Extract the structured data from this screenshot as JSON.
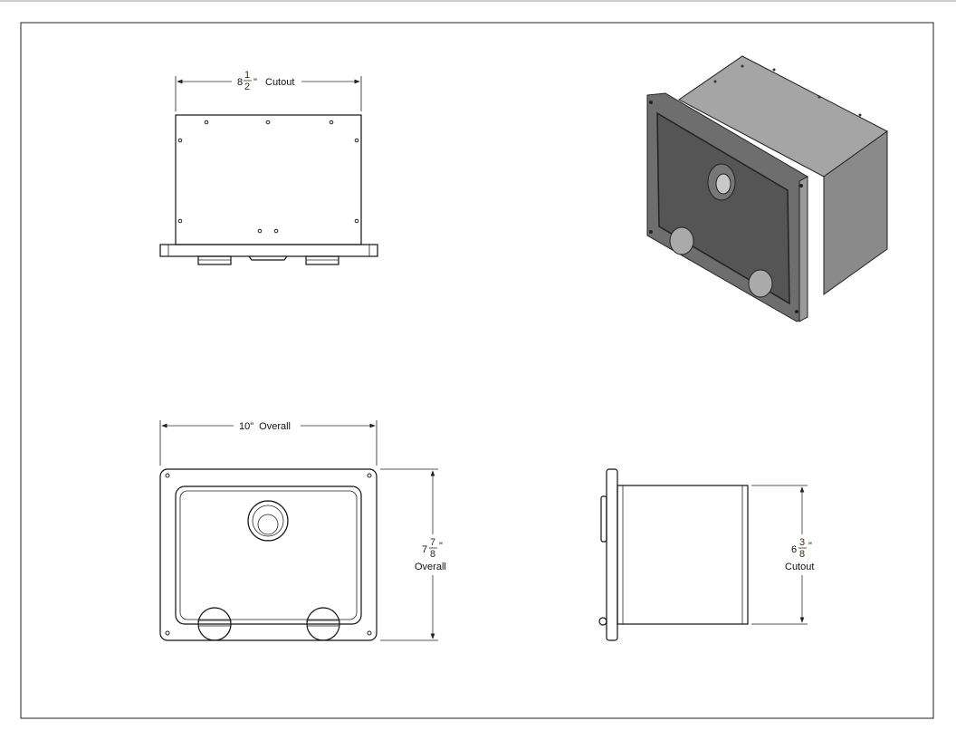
{
  "dimensions": {
    "cutout_width": {
      "whole": "8",
      "num": "1",
      "den": "2",
      "unit": "\"",
      "label": "Cutout"
    },
    "overall_width": {
      "whole": "10",
      "unit": "\"",
      "label": "Overall"
    },
    "overall_height": {
      "whole": "7",
      "num": "7",
      "den": "8",
      "unit": "\"",
      "label": "Overall"
    },
    "cutout_height": {
      "whole": "6",
      "num": "3",
      "den": "8",
      "unit": "\"",
      "label": "Cutout"
    }
  },
  "colors": {
    "face_dark": "#555555",
    "side": "#8a8a8a",
    "top": "#a5a5a5",
    "frame": "#6e6e6e"
  }
}
